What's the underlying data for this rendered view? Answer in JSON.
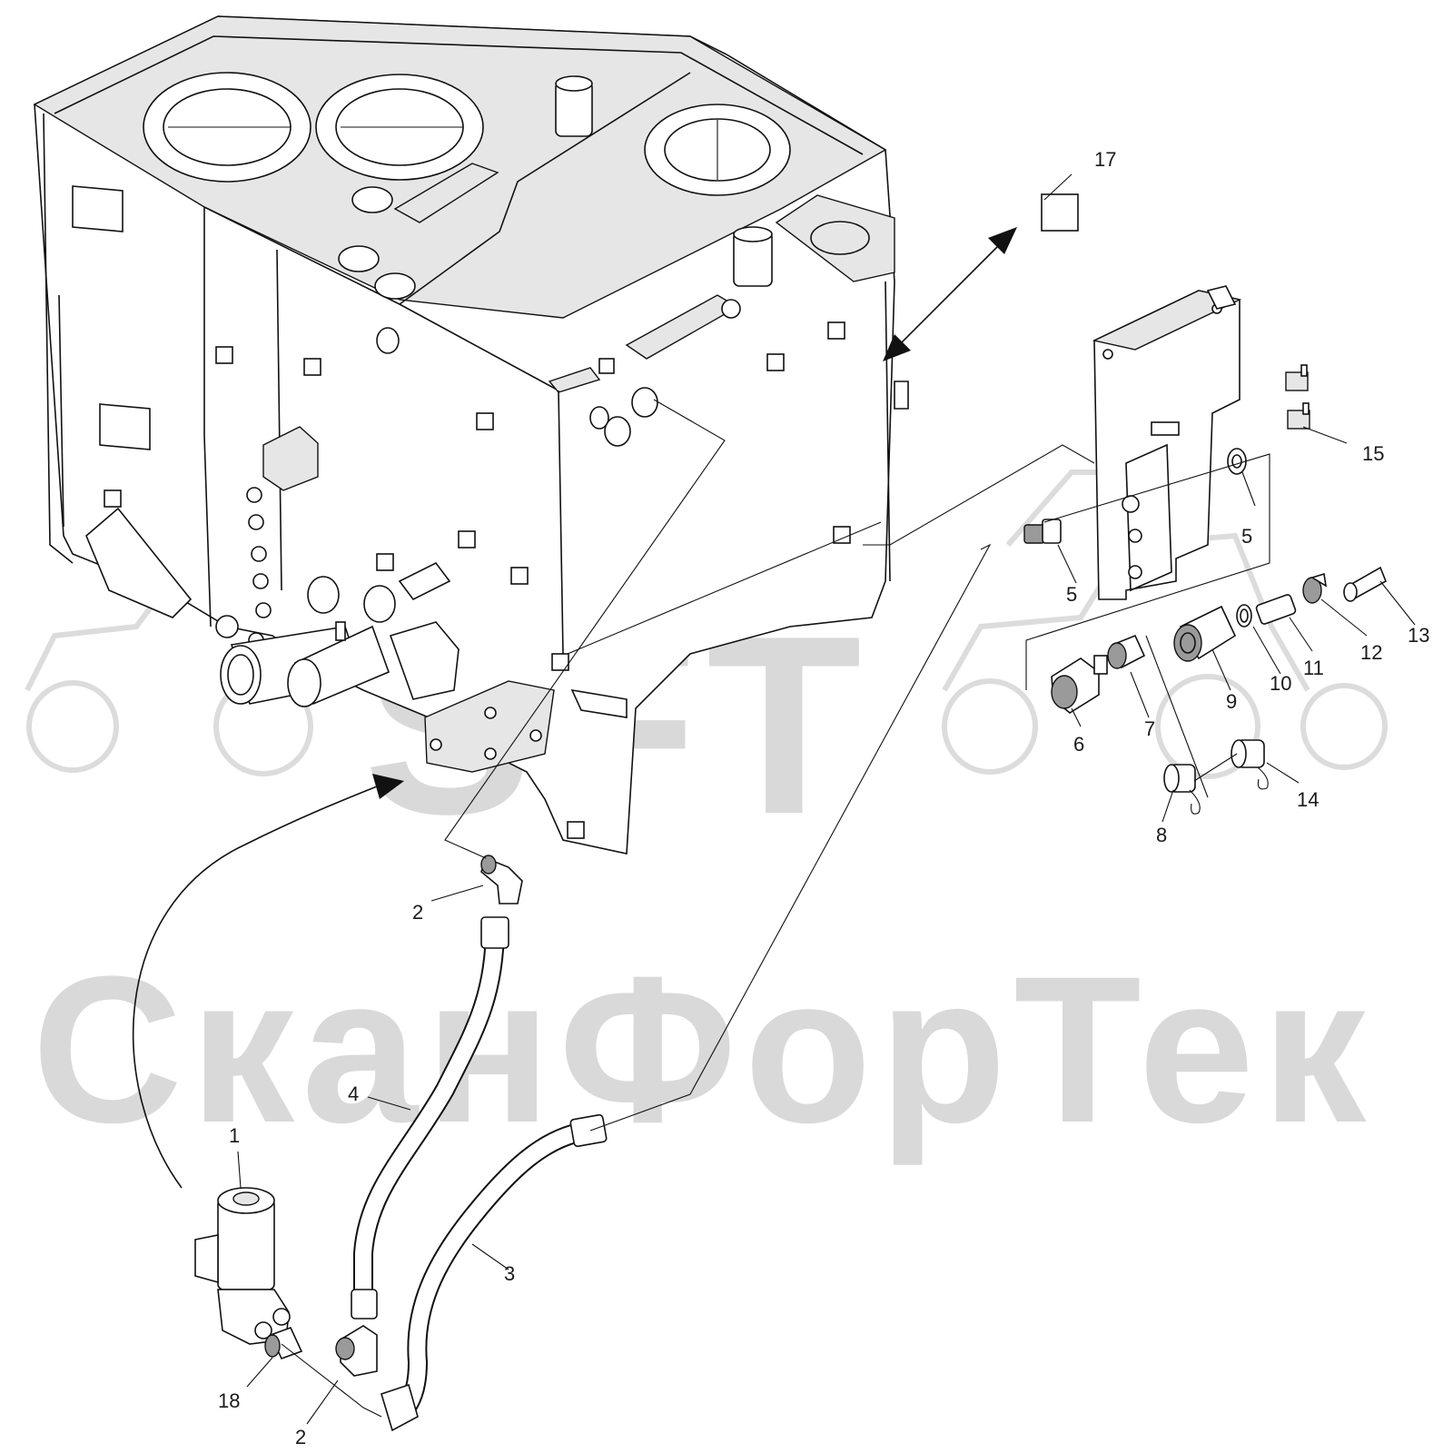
{
  "watermark": {
    "logo": "SFT",
    "brand": "СканФорТек"
  },
  "callouts": [
    {
      "id": "c1",
      "label": "1",
      "part": "filter"
    },
    {
      "id": "c2a",
      "label": "2",
      "part": "elbow-fitting-top"
    },
    {
      "id": "c2b",
      "label": "2",
      "part": "elbow-fitting-bottom"
    },
    {
      "id": "c3",
      "label": "3",
      "part": "hose-3"
    },
    {
      "id": "c4",
      "label": "4",
      "part": "hose-4"
    },
    {
      "id": "c5a",
      "label": "5",
      "part": "adapter"
    },
    {
      "id": "c5b",
      "label": "5",
      "part": "nut"
    },
    {
      "id": "c6",
      "label": "6",
      "part": "fitting"
    },
    {
      "id": "c7",
      "label": "7",
      "part": "nipple"
    },
    {
      "id": "c8",
      "label": "8",
      "part": "dust-cap"
    },
    {
      "id": "c9",
      "label": "9",
      "part": "quick-coupler"
    },
    {
      "id": "c10",
      "label": "10",
      "part": "o-ring"
    },
    {
      "id": "c11",
      "label": "11",
      "part": "hose-barb"
    },
    {
      "id": "c12",
      "label": "12",
      "part": "hose-clamp"
    },
    {
      "id": "c13",
      "label": "13",
      "part": "tube"
    },
    {
      "id": "c14",
      "label": "14",
      "part": "dust-plug"
    },
    {
      "id": "c15",
      "label": "15",
      "part": "switch"
    },
    {
      "id": "c17",
      "label": "17",
      "part": "label-plate"
    },
    {
      "id": "c18",
      "label": "18",
      "part": "adapter-fitting"
    }
  ]
}
